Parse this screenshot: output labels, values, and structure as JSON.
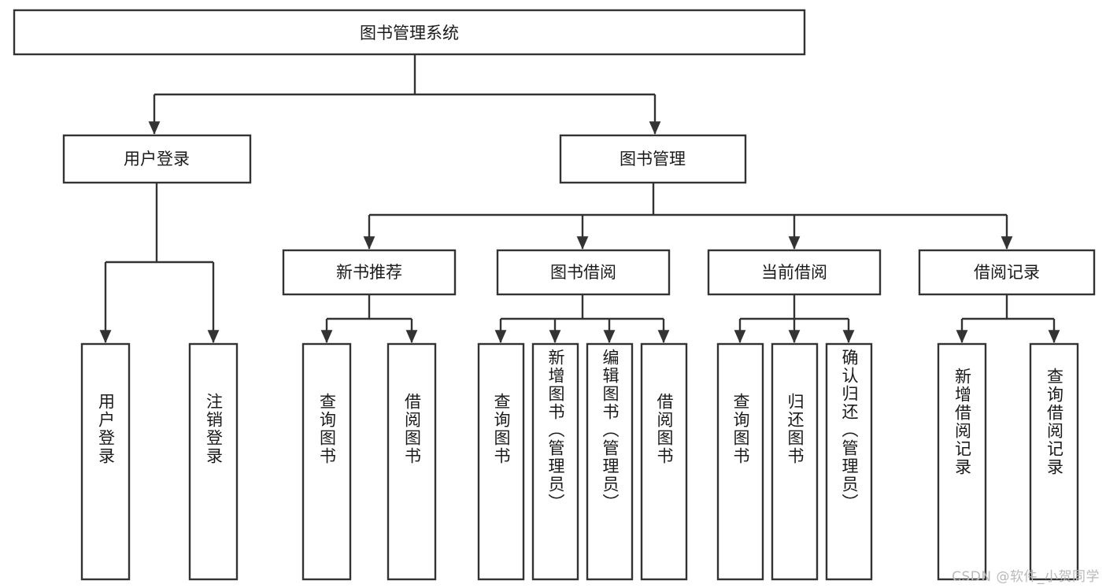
{
  "diagram": {
    "title": "图书管理系统",
    "type": "hierarchy-tree",
    "background_color": "#ffffff",
    "box_stroke_color": "#333333",
    "text_color": "#1a1a1a",
    "root": {
      "label": "图书管理系统",
      "orientation": "horizontal"
    },
    "level2": [
      {
        "label": "用户登录",
        "orientation": "horizontal"
      },
      {
        "label": "图书管理",
        "orientation": "horizontal"
      }
    ],
    "level3": [
      {
        "label": "新书推荐",
        "orientation": "horizontal"
      },
      {
        "label": "图书借阅",
        "orientation": "horizontal"
      },
      {
        "label": "当前借阅",
        "orientation": "horizontal"
      },
      {
        "label": "借阅记录",
        "orientation": "horizontal"
      }
    ],
    "leaves": {
      "user_login": [
        {
          "label": "用户登录",
          "orientation": "vertical"
        },
        {
          "label": "注销登录",
          "orientation": "vertical"
        }
      ],
      "new_book_recommend": [
        {
          "label": "查询图书",
          "orientation": "vertical"
        },
        {
          "label": "借阅图书",
          "orientation": "vertical"
        }
      ],
      "book_borrow": [
        {
          "label": "查询图书",
          "orientation": "vertical"
        },
        {
          "label": "新增图书（管理员）",
          "orientation": "vertical"
        },
        {
          "label": "编辑图书（管理员）",
          "orientation": "vertical"
        },
        {
          "label": "借阅图书",
          "orientation": "vertical"
        }
      ],
      "current_borrow": [
        {
          "label": "查询图书",
          "orientation": "vertical"
        },
        {
          "label": "归还图书",
          "orientation": "vertical"
        },
        {
          "label": "确认归还（管理员）",
          "orientation": "vertical"
        }
      ],
      "borrow_record": [
        {
          "label": "新增借阅记录",
          "orientation": "vertical"
        },
        {
          "label": "查询借阅记录",
          "orientation": "vertical"
        }
      ]
    }
  },
  "watermark": {
    "text": "CSDN @软件_小贺同学"
  }
}
